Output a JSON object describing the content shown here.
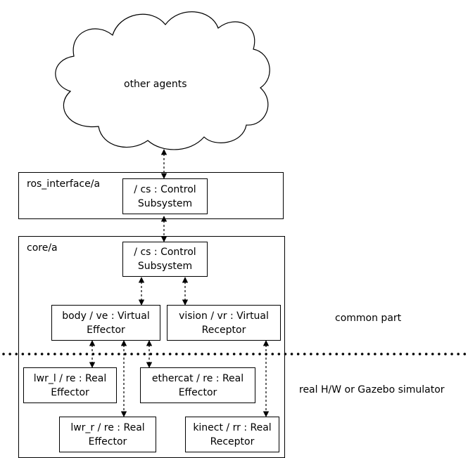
{
  "cloud": {
    "label": "other agents"
  },
  "containers": {
    "ros_interface": {
      "label": "ros_interface/a"
    },
    "core": {
      "label": "core/a"
    }
  },
  "boxes": {
    "ros_cs": "/ cs : Control\nSubsystem",
    "core_cs": "/ cs : Control\nSubsystem",
    "body_ve": "body / ve : Virtual\nEffector",
    "vision_vr": "vision / vr : Virtual\nReceptor",
    "lwr_l_re": "lwr_l / re : Real\nEffector",
    "ethercat_re": "ethercat / re : Real\nEffector",
    "lwr_r_re": "lwr_r / re : Real\nEffector",
    "kinect_rr": "kinect / rr : Real\nReceptor"
  },
  "side_labels": {
    "common_part": "common part",
    "real_hw": "real H/W or Gazebo simulator"
  }
}
